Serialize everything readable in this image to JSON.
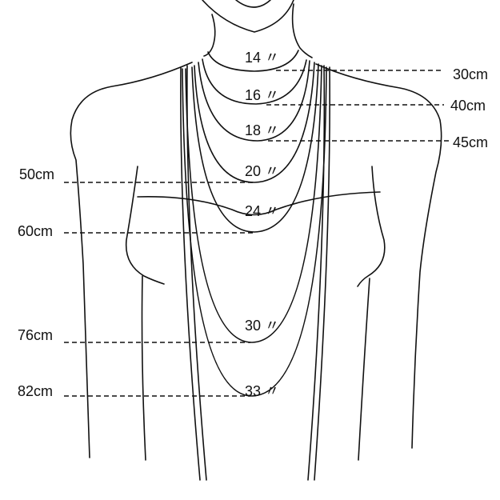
{
  "necklace_lengths": [
    {
      "inches": "14 〃",
      "cm": "30cm",
      "side": "right"
    },
    {
      "inches": "16 〃",
      "cm": "40cm",
      "side": "right"
    },
    {
      "inches": "18 〃",
      "cm": "45cm",
      "side": "right"
    },
    {
      "inches": "20 〃",
      "cm": "50cm",
      "side": "left"
    },
    {
      "inches": "24 〃",
      "cm": "60cm",
      "side": "left"
    },
    {
      "inches": "30 〃",
      "cm": "76cm",
      "side": "left"
    },
    {
      "inches": "33 〃",
      "cm": "82cm",
      "side": "left"
    }
  ]
}
